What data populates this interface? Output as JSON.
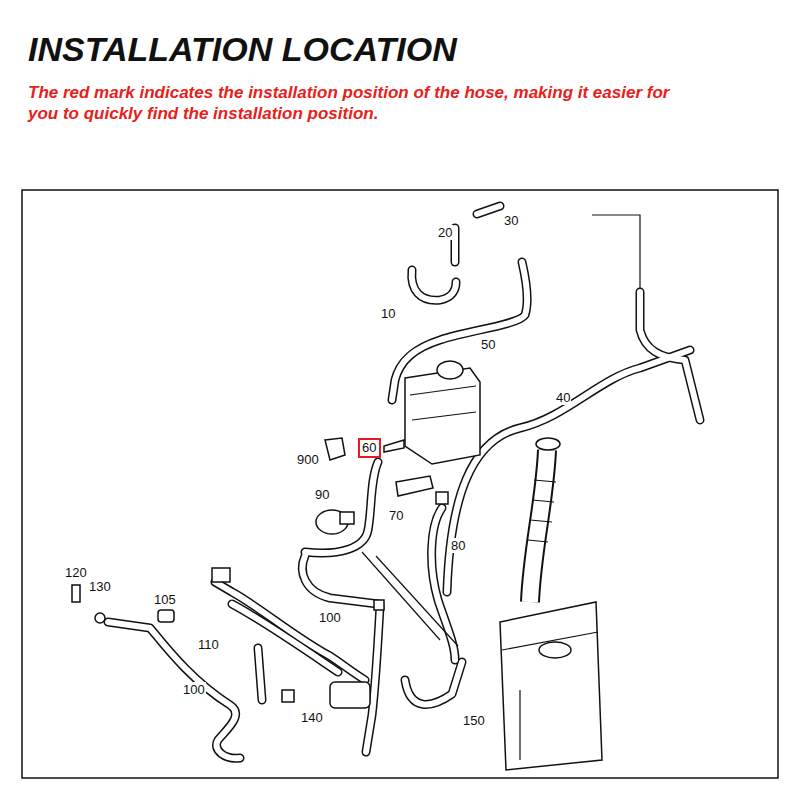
{
  "diagram": {
    "title": "INSTALLATION LOCATION",
    "caption": "The red mark indicates the installation position of the hose, making it easier for you to quickly find the installation position.",
    "nodes": [
      {
        "text": [
          "60"
        ]
      }
    ],
    "labels": [
      "30",
      "20",
      "10",
      "50",
      "40",
      "900",
      "90",
      "70",
      "80",
      "120",
      "130",
      "105",
      "100",
      "110",
      "100",
      "140",
      "150"
    ]
  }
}
